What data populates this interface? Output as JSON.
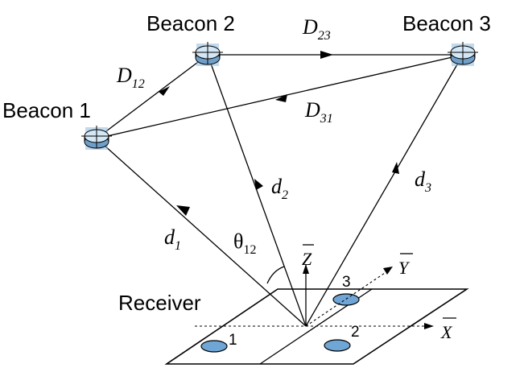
{
  "beacons": [
    {
      "label": "Beacon 1"
    },
    {
      "label": "Beacon 2"
    },
    {
      "label": "Beacon 3"
    }
  ],
  "inter_beacon_distances": [
    {
      "symbol": "D",
      "subscript": "12"
    },
    {
      "symbol": "D",
      "subscript": "23"
    },
    {
      "symbol": "D",
      "subscript": "31"
    }
  ],
  "receiver_distances": [
    {
      "symbol": "d",
      "subscript": "1"
    },
    {
      "symbol": "d",
      "subscript": "2"
    },
    {
      "symbol": "d",
      "subscript": "3"
    }
  ],
  "angle": {
    "symbol": "θ",
    "subscript": "12"
  },
  "receiver": {
    "label": "Receiver",
    "sensor_labels": [
      "1",
      "2",
      "3"
    ]
  },
  "axes": {
    "x": "X",
    "y": "Y",
    "z": "Z"
  },
  "colors": {
    "beacon_fill": "#a9cfe8",
    "beacon_top": "#d3e7f5",
    "beacon_halo": "#8fbbe0",
    "sensor_fill": "#6fa6d6",
    "line": "#000000"
  }
}
